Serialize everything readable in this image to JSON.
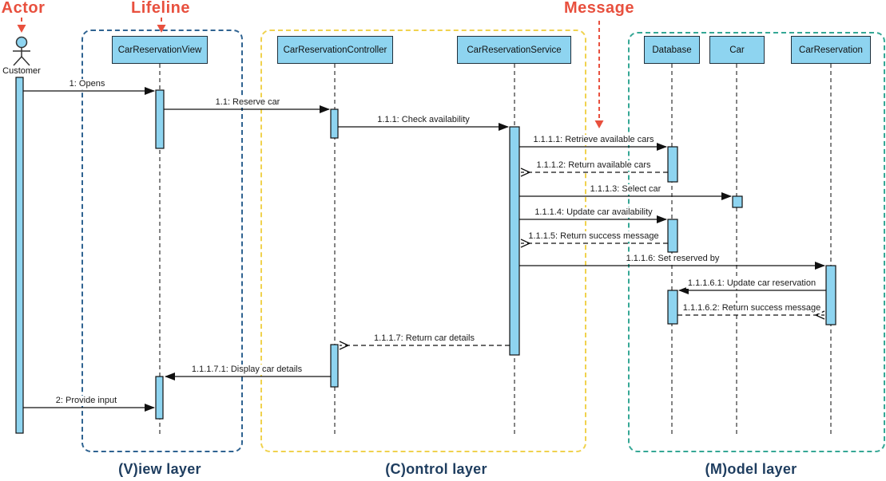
{
  "diagram": {
    "type": "uml-sequence",
    "annotations": {
      "actor_label": "Actor",
      "lifeline_label": "Lifeline",
      "message_label": "Message",
      "annotation_color": "#e8503e"
    },
    "actor": {
      "name": "Customer"
    },
    "participants": [
      {
        "name": "CarReservationView"
      },
      {
        "name": "CarReservationController"
      },
      {
        "name": "CarReservationService"
      },
      {
        "name": "Database"
      },
      {
        "name": "Car"
      },
      {
        "name": "CarReservation"
      }
    ],
    "layers": [
      {
        "label": "(V)iew layer",
        "border_color": "#2f6391",
        "members": [
          "CarReservationView"
        ]
      },
      {
        "label": "(C)ontrol layer",
        "border_color": "#f0d24e",
        "members": [
          "CarReservationController",
          "CarReservationService"
        ]
      },
      {
        "label": "(M)odel layer",
        "border_color": "#35a795",
        "members": [
          "Database",
          "Car",
          "CarReservation"
        ]
      }
    ],
    "messages": [
      {
        "label": "1: Opens",
        "from": "Customer",
        "to": "CarReservationView",
        "kind": "call"
      },
      {
        "label": "1.1: Reserve car",
        "from": "CarReservationView",
        "to": "CarReservationController",
        "kind": "call"
      },
      {
        "label": "1.1.1: Check availability",
        "from": "CarReservationController",
        "to": "CarReservationService",
        "kind": "call"
      },
      {
        "label": "1.1.1.1: Retrieve available cars",
        "from": "CarReservationService",
        "to": "Database",
        "kind": "call"
      },
      {
        "label": "1.1.1.2: Return available cars",
        "from": "Database",
        "to": "CarReservationService",
        "kind": "return"
      },
      {
        "label": "1.1.1.3: Select car",
        "from": "CarReservationService",
        "to": "Car",
        "kind": "call"
      },
      {
        "label": "1.1.1.4: Update car availability",
        "from": "CarReservationService",
        "to": "Database",
        "kind": "call"
      },
      {
        "label": "1.1.1.5: Return success message",
        "from": "Database",
        "to": "CarReservationService",
        "kind": "return"
      },
      {
        "label": "1.1.1.6: Set reserved by",
        "from": "CarReservationService",
        "to": "CarReservation",
        "kind": "call"
      },
      {
        "label": "1.1.1.6.1: Update car reservation",
        "from": "CarReservation",
        "to": "Database",
        "kind": "call"
      },
      {
        "label": "1.1.1.6.2: Return success message",
        "from": "Database",
        "to": "CarReservation",
        "kind": "return"
      },
      {
        "label": "1.1.1.7: Return car details",
        "from": "CarReservationService",
        "to": "CarReservationController",
        "kind": "return"
      },
      {
        "label": "1.1.1.7.1: Display car details",
        "from": "CarReservationController",
        "to": "CarReservationView",
        "kind": "call"
      },
      {
        "label": "2: Provide input",
        "from": "Customer",
        "to": "CarReservationView",
        "kind": "call"
      }
    ],
    "colors": {
      "participant_fill": "#8ed4f0",
      "participant_border": "#20303c",
      "lifeline": "#333333",
      "message_line": "#111111",
      "layer_label_text": "#1e3d5f"
    }
  }
}
